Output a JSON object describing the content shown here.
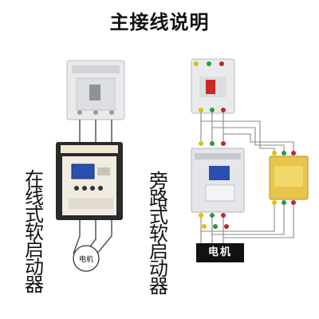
{
  "title": "主接线说明",
  "left_label": [
    "在",
    "线",
    "式",
    "软",
    "启",
    "动",
    "器"
  ],
  "right_label": [
    "旁",
    "路",
    "式",
    "软",
    "启",
    "动",
    "器"
  ],
  "motor_label_left": "电机",
  "motor_label_right": "电机",
  "colors": {
    "phase_u": "#d8c400",
    "phase_v": "#2a9a3a",
    "phase_w": "#c0262d",
    "neutral": "#5a3a8c",
    "wire": "#888888"
  }
}
